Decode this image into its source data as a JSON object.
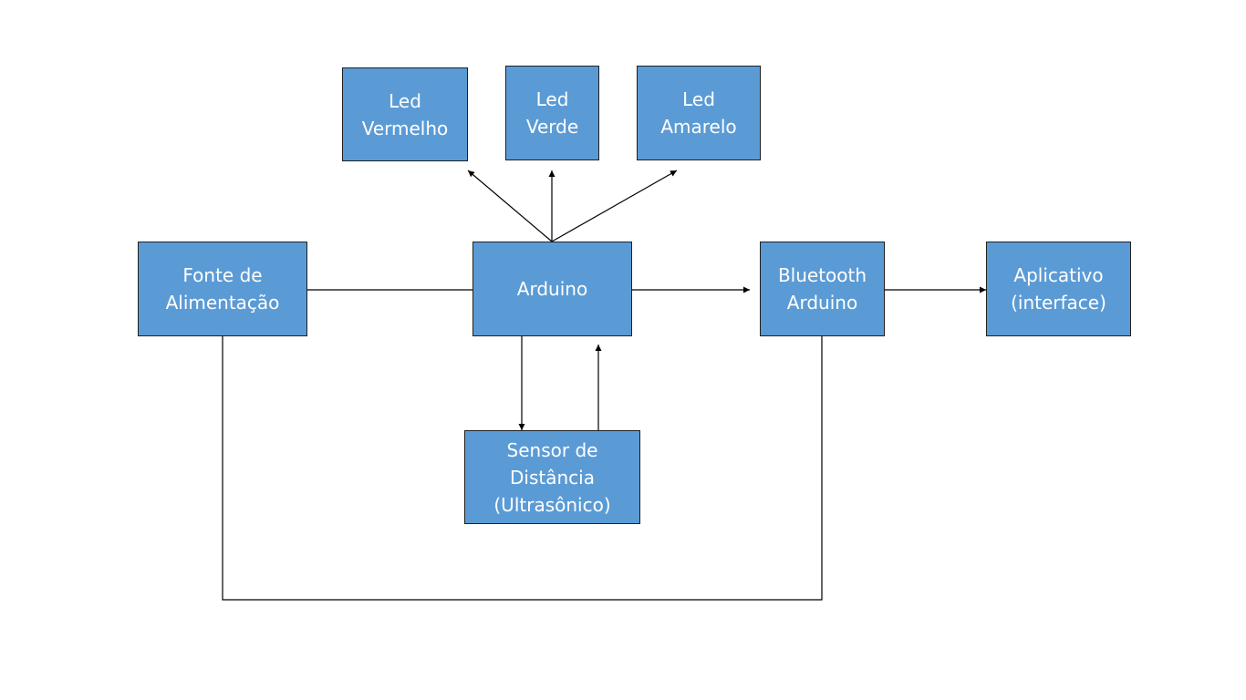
{
  "diagram": {
    "nodes": [
      {
        "id": "led-vermelho",
        "label": "Led\nVermelho"
      },
      {
        "id": "led-verde",
        "label": "Led\nVerde"
      },
      {
        "id": "led-amarelo",
        "label": "Led\nAmarelo"
      },
      {
        "id": "fonte",
        "label": "Fonte de\nAlimentação"
      },
      {
        "id": "arduino",
        "label": "Arduino"
      },
      {
        "id": "bluetooth",
        "label": "Bluetooth\nArduino"
      },
      {
        "id": "aplicativo",
        "label": "Aplicativo\n(interface)"
      },
      {
        "id": "sensor",
        "label": "Sensor de\nDistância\n(Ultrasônico)"
      }
    ],
    "edges": [
      {
        "from": "arduino",
        "to": "led-vermelho",
        "arrow": true
      },
      {
        "from": "arduino",
        "to": "led-verde",
        "arrow": true
      },
      {
        "from": "arduino",
        "to": "led-amarelo",
        "arrow": true
      },
      {
        "from": "fonte",
        "to": "arduino",
        "arrow": false
      },
      {
        "from": "arduino",
        "to": "bluetooth",
        "arrow": true
      },
      {
        "from": "bluetooth",
        "to": "aplicativo",
        "arrow": true
      },
      {
        "from": "arduino",
        "to": "sensor",
        "arrow": true
      },
      {
        "from": "sensor",
        "to": "arduino",
        "arrow": true
      },
      {
        "from": "fonte",
        "to": "bluetooth",
        "arrow": false
      }
    ],
    "colors": {
      "node_fill": "#5b9bd5",
      "node_border": "#1f1f1f",
      "node_text": "#ffffff",
      "line": "#000000",
      "background": "#ffffff"
    }
  }
}
